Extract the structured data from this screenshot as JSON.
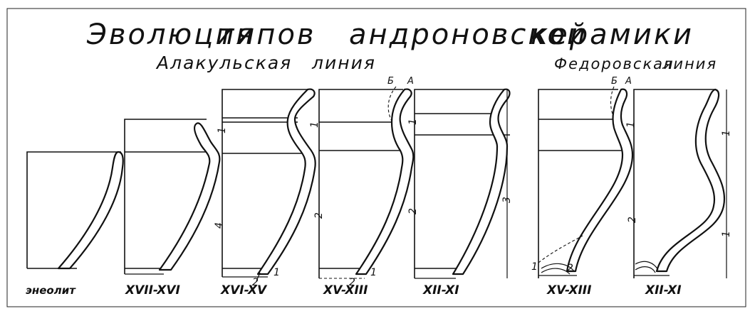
{
  "title": {
    "word1": "Эволюция",
    "word2": "типов",
    "word3": "андроновской",
    "word4": "керамики"
  },
  "lines": {
    "alakul": "Алакульская",
    "alakul_word2": "линия",
    "fedorov": "Федоровская",
    "fedorov_word2": "линия"
  },
  "periods": [
    "энеолит",
    "XVII-XVI",
    "XVI-XV",
    "XV-XIII",
    "XII-XI",
    "XV-XIII",
    "XII-XI"
  ],
  "zone_labels": {
    "v2_side": "4",
    "v3_rim": "1",
    "v3_body": "2",
    "v3_base": "1",
    "v3_base2": "2",
    "v4_rim": "1",
    "v4_body": "2",
    "v4_base": "1",
    "v4_base2": "2",
    "v5_rim": "1",
    "v5_body": "3",
    "v6_rim": "1",
    "v6_body": "2",
    "v6_base_left": "1",
    "v6_base2": "2",
    "v7_rim": "1",
    "v7_body": "1"
  },
  "variants": {
    "b": "Б",
    "a": "А",
    "b2": "Б",
    "a2": "А"
  }
}
